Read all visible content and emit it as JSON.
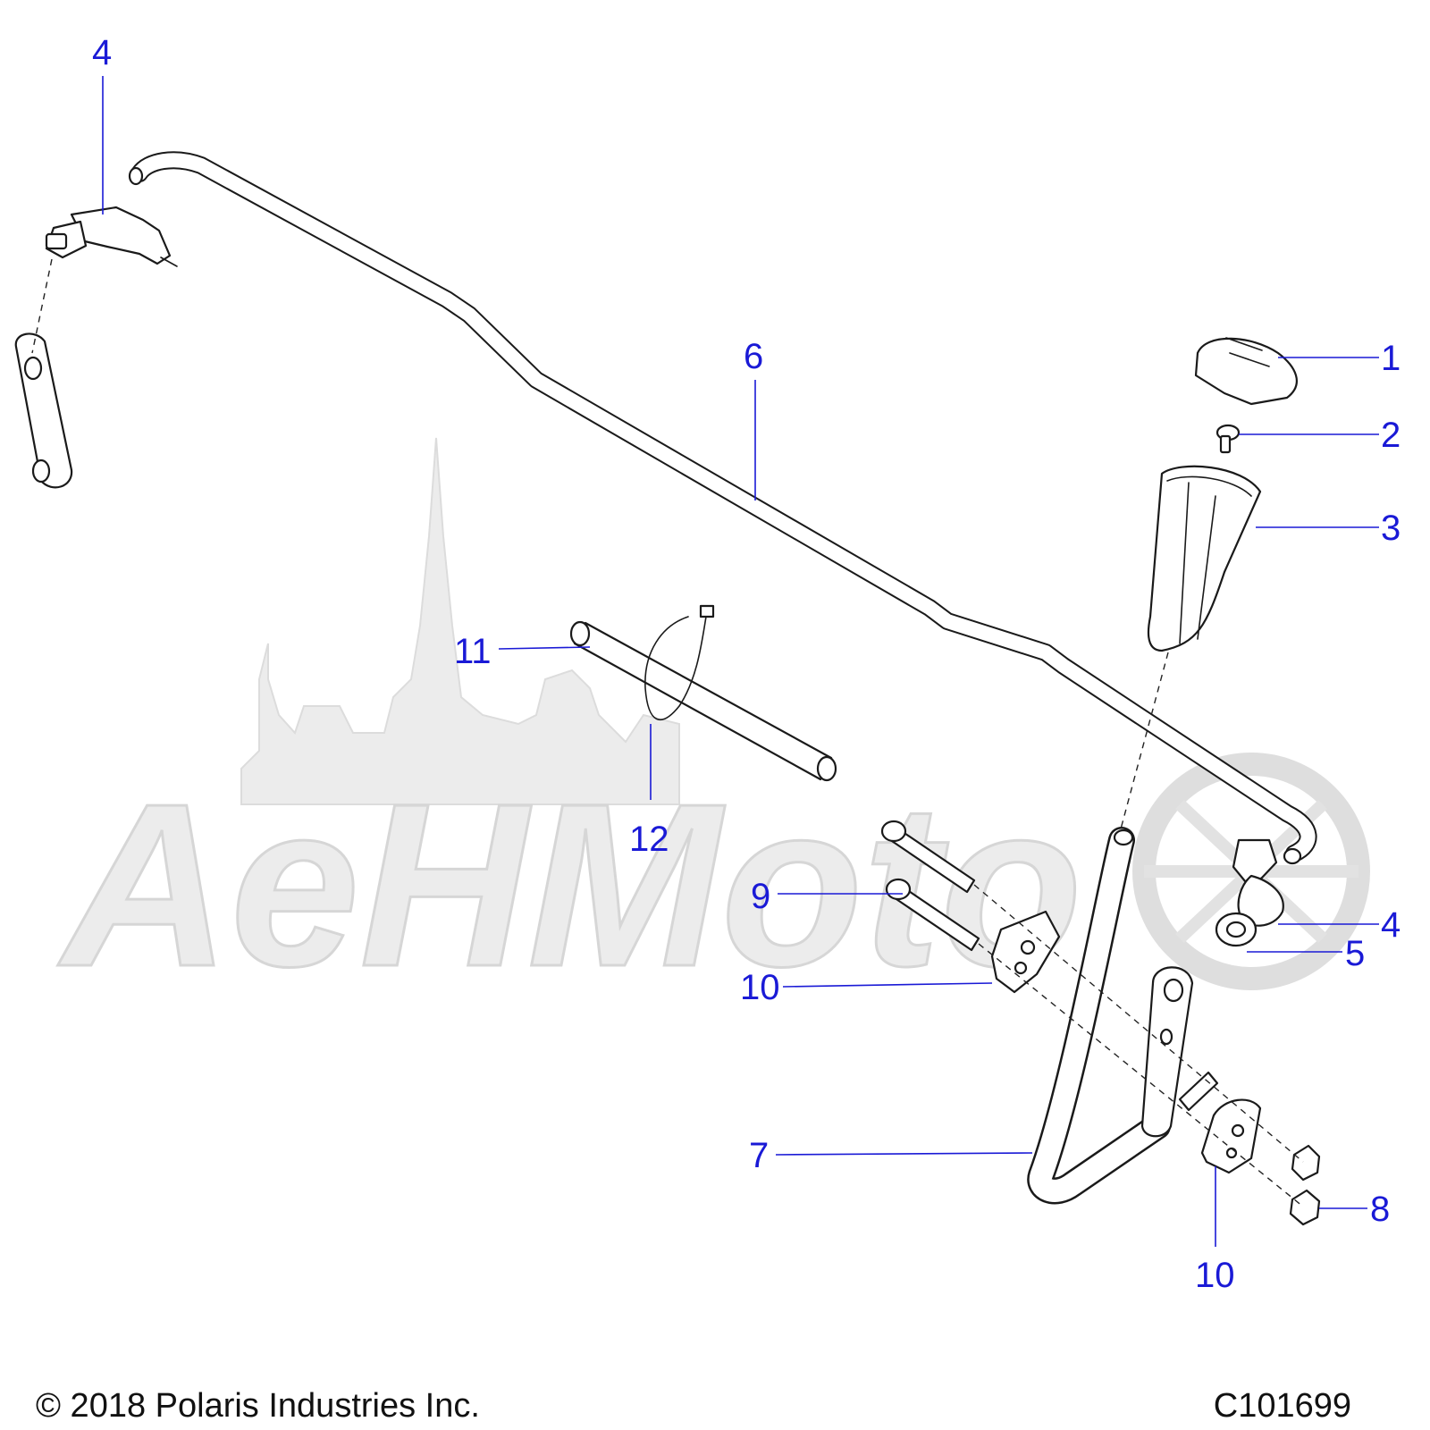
{
  "watermark": {
    "text": "AeHMoto"
  },
  "callouts": {
    "c1": "1",
    "c2": "2",
    "c3": "3",
    "c4a": "4",
    "c4b": "4",
    "c5": "5",
    "c6": "6",
    "c7": "7",
    "c8": "8",
    "c9": "9",
    "c10a": "10",
    "c10b": "10",
    "c11": "11",
    "c12": "12"
  },
  "footer": {
    "copyright": "© 2018 Polaris Industries Inc.",
    "drawing_id": "C101699"
  },
  "colors": {
    "callout": "#1a1ad6",
    "line_art": "#1a1a1a",
    "watermark": "#ececec"
  }
}
